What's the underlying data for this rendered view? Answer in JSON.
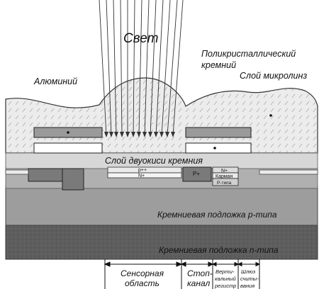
{
  "labels": {
    "light": "Свет",
    "poly_line1": "Поликристаллический",
    "poly_line2": "кремний",
    "microlens": "Слой микролинз",
    "aluminum": "Алюминий",
    "oxide": "Слой двуокиси кремния",
    "p_plus_plus": "p++",
    "n_plus_small": "N+",
    "p_plus": "P+",
    "n_plus": "N+",
    "pocket": "Карман",
    "p_type_small": "P-типа",
    "substrate_p": "Кремниевая подложка p-типа",
    "substrate_n": "Кремниевая подложка n-типа"
  },
  "regions": {
    "sensor_line1": "Сенсорная",
    "sensor_line2": "область",
    "stop_line1": "Стоп-",
    "stop_line2": "канал",
    "vert_line1": "Верти-",
    "vert_line2": "кальный",
    "vert_line3": "регистр",
    "read_line1": "Шлюз",
    "read_line2": "считы-",
    "read_line3": "вания"
  },
  "colors": {
    "lens_fill": "#e9e9e9",
    "oxide_fill": "#d7d7d7",
    "substrate_p": "#9d9d9d",
    "substrate_n": "#5e5e5e",
    "aluminum": "#9a9a9a",
    "poly": "#ffffff"
  }
}
